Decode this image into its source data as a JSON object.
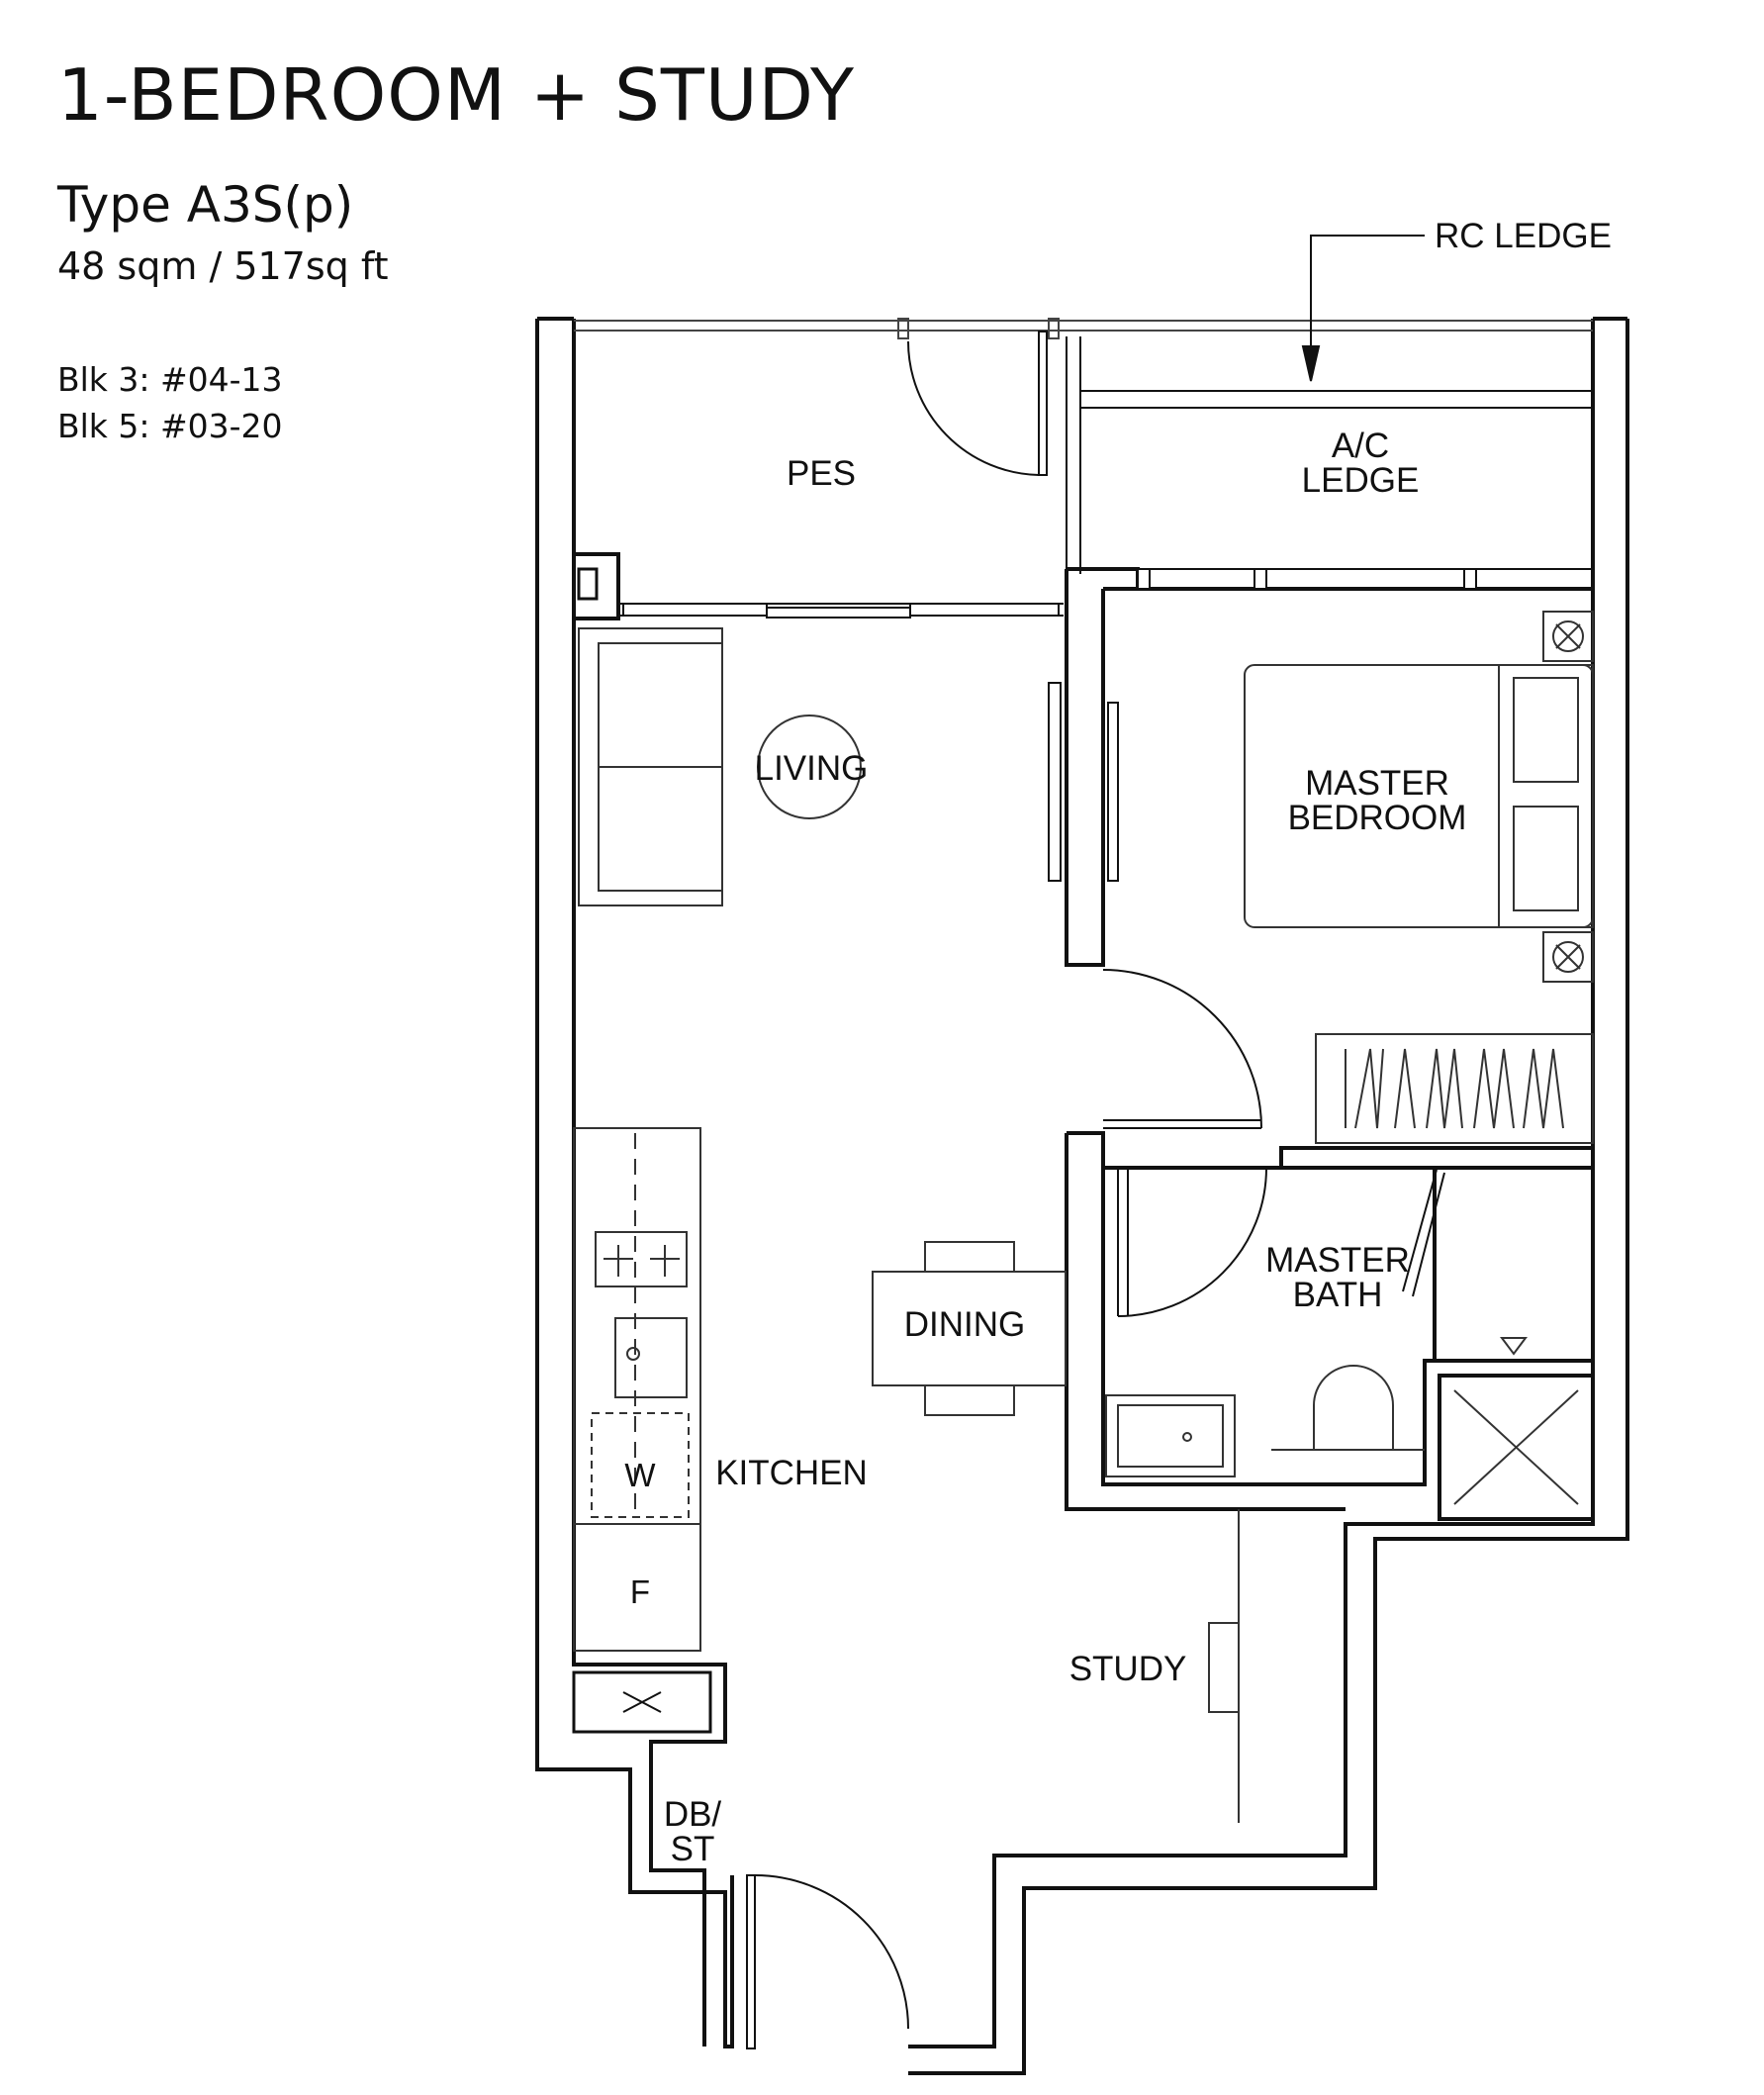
{
  "header": {
    "title": "1-BEDROOM + STUDY",
    "type": "Type A3S(p)",
    "area": "48 sqm / 517sq ft",
    "blocks": [
      "Blk 3: #04-13",
      "Blk 5: #03-20"
    ]
  },
  "rooms": {
    "pes": "PES",
    "ac_ledge_line1": "A/C",
    "ac_ledge_line2": "LEDGE",
    "living": "LIVING",
    "master_bedroom_line1": "MASTER",
    "master_bedroom_line2": "BEDROOM",
    "master_bath_line1": "MASTER",
    "master_bath_line2": "BATH",
    "dining": "DINING",
    "kitchen": "KITCHEN",
    "study": "STUDY",
    "dbst_line1": "DB/",
    "dbst_line2": "ST"
  },
  "fixtures": {
    "washer": "W",
    "fridge": "F"
  },
  "callouts": {
    "rc_ledge": "RC LEDGE"
  }
}
